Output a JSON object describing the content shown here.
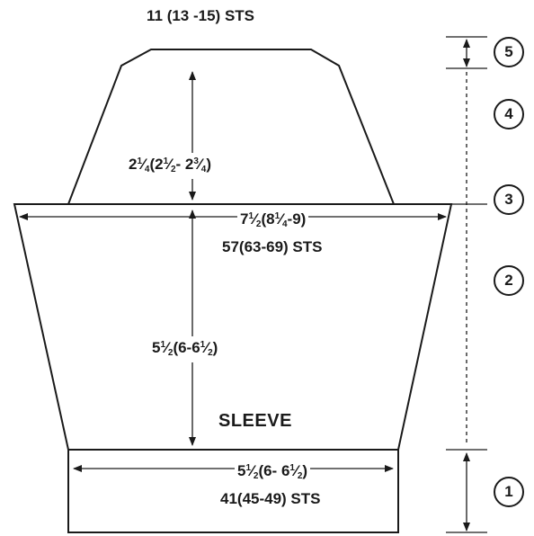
{
  "labels": {
    "top_sts": "11 (13 -15) STS",
    "cap_height": {
      "a": "2",
      "a_n": "1",
      "a_d": "4",
      "b": "(2",
      "b_n": "1",
      "b_d": "2",
      "c": "- 2",
      "c_n": "3",
      "c_d": "4",
      "end": ")"
    },
    "upper_width": {
      "a": "7",
      "a_n": "1",
      "a_d": "2",
      "b": "(8",
      "b_n": "1",
      "b_d": "4",
      "end": "-9)"
    },
    "upper_sts": "57(63-69) STS",
    "body_height": {
      "a": "5",
      "a_n": "1",
      "a_d": "2",
      "b": "(6-6",
      "b_n": "1",
      "b_d": "2",
      "end": ")"
    },
    "title": "SLEEVE",
    "cuff_width": {
      "a": "5",
      "a_n": "1",
      "a_d": "2",
      "b": "(6- 6",
      "b_n": "1",
      "b_d": "2",
      "end": ")"
    },
    "cuff_sts": "41(45-49) STS"
  },
  "markers": [
    "5",
    "4",
    "3",
    "2",
    "1"
  ],
  "colors": {
    "ink": "#1a1a1a",
    "paper": "#ffffff"
  }
}
